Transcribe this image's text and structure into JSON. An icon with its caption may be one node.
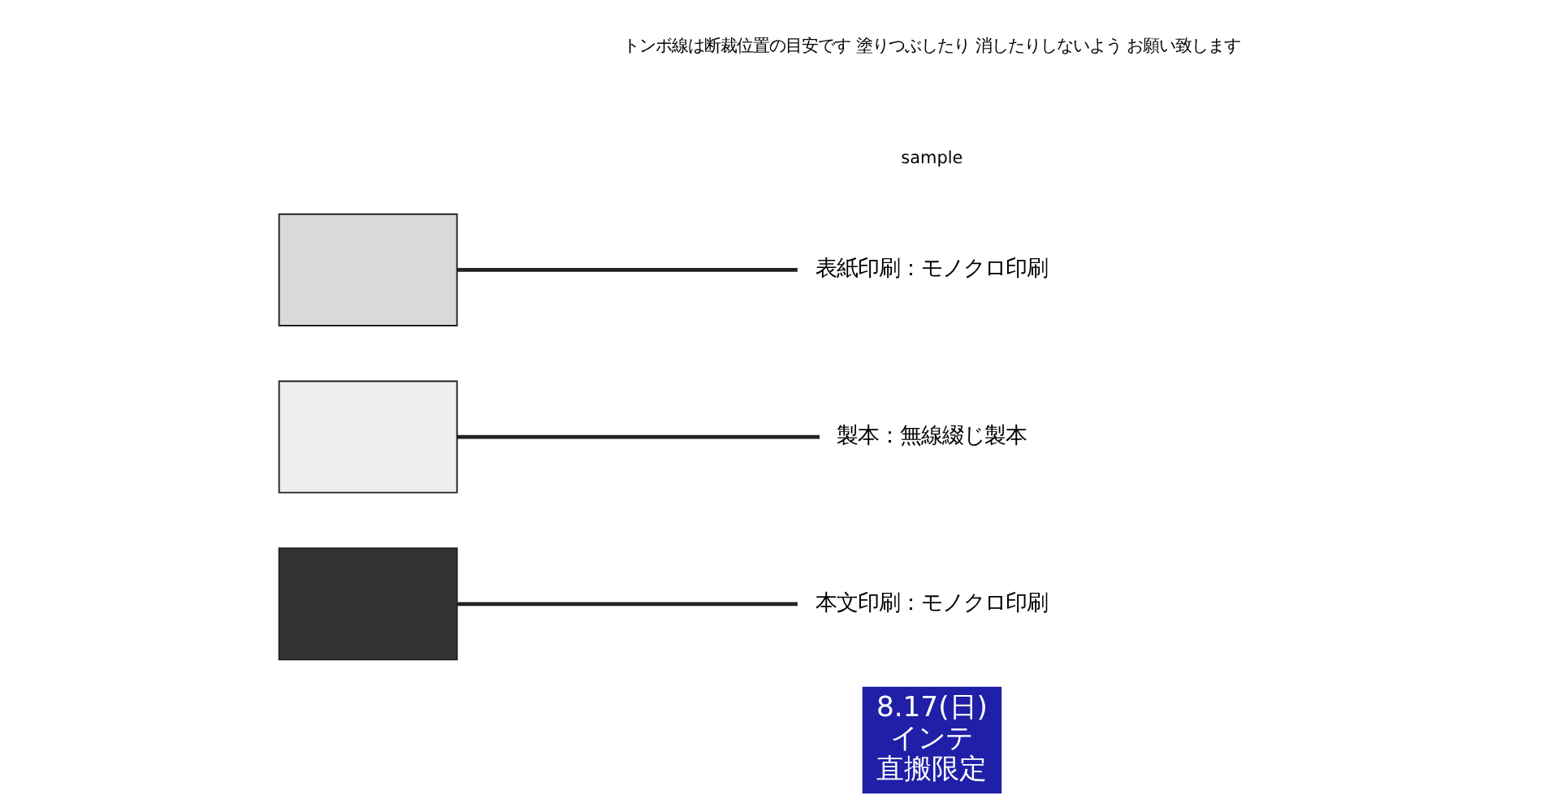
{
  "diagram": {
    "nodes": [
      {
        "text": [],
        "shape": "box"
      },
      {
        "text": [],
        "shape": "box"
      },
      {
        "text": [],
        "shape": "box"
      },
      {
        "text": [
          "表紙印刷：モノクロ印刷"
        ]
      },
      {
        "text": [
          "製本：無線綴じ製本"
        ]
      },
      {
        "text": [
          "本文印刷：モノクロ印刷"
        ]
      },
      {
        "text": [
          "8.17(日)",
          "インテ",
          "直搬限定"
        ]
      }
    ],
    "edges": [
      {
        "from": 3,
        "to": 0,
        "arrow": "none"
      },
      {
        "from": 4,
        "to": 1,
        "arrow": "none"
      },
      {
        "from": 5,
        "to": 2,
        "arrow": "none"
      }
    ],
    "labels": [
      "sample",
      "トンボ線は断裁位置の目安です 塗りつぶしたり 消したりしないよう お願い致します"
    ]
  }
}
